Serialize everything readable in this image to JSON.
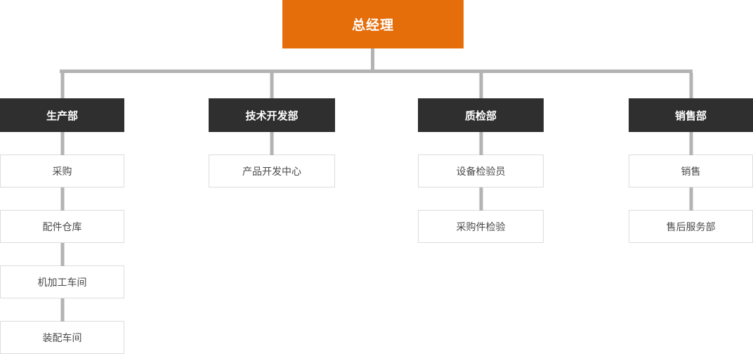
{
  "chart": {
    "type": "org-chart",
    "root": {
      "label": "总经理"
    },
    "departments": [
      {
        "label": "生产部",
        "children": [
          "采购",
          "配件仓库",
          "机加工车间",
          "装配车间"
        ]
      },
      {
        "label": "技术开发部",
        "children": [
          "产品开发中心"
        ]
      },
      {
        "label": "质检部",
        "children": [
          "设备检验员",
          "采购件检验"
        ]
      },
      {
        "label": "销售部",
        "children": [
          "销售",
          "售后服务部"
        ]
      }
    ],
    "colors": {
      "root_bg": "#e56e0b",
      "dept_bg": "#2f2f2f",
      "node_border": "#dcdcdc",
      "line": "#b3b3b3",
      "node_text": "#4a4a4a",
      "inverse_text": "#ffffff",
      "bg": "#ffffff"
    }
  }
}
